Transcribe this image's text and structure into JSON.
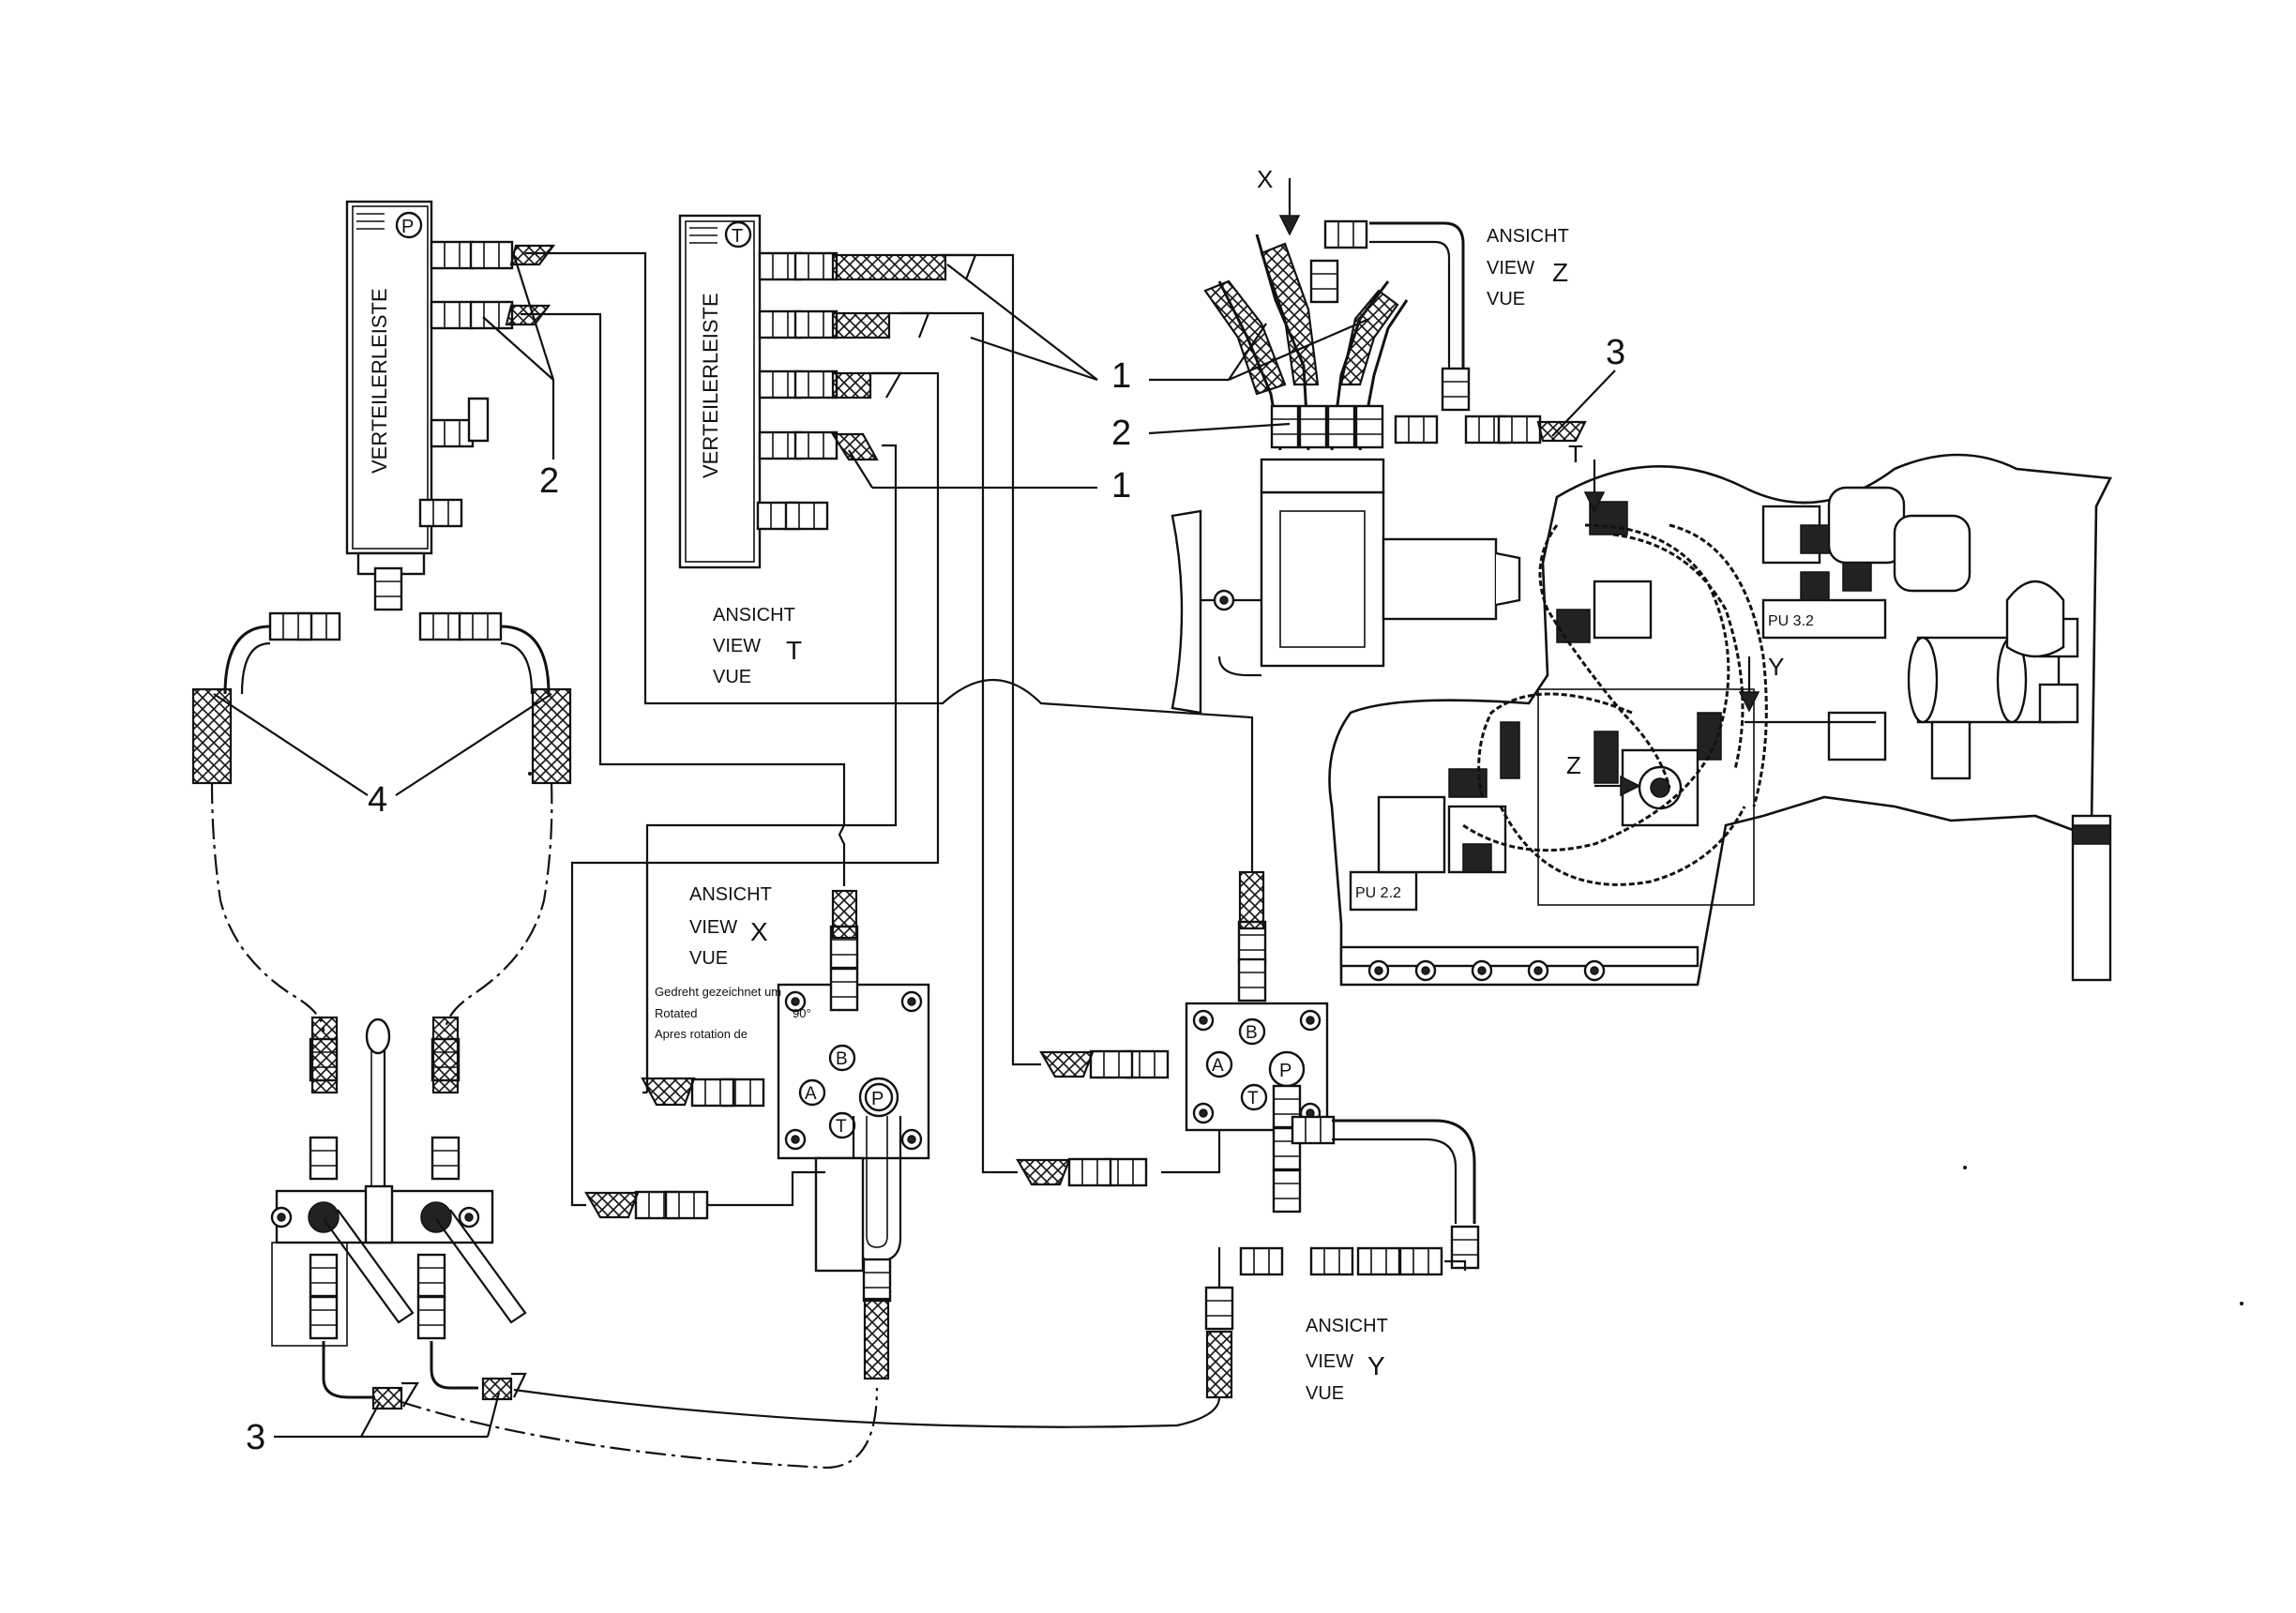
{
  "distributor_p": {
    "title": "VERTEILERLEISTE",
    "port": "P"
  },
  "distributor_t": {
    "title": "VERTEILERLEISTE",
    "port": "T"
  },
  "view_t": {
    "line1": "ANSICHT",
    "line2": "VIEW",
    "letter": "T",
    "line3": "VUE"
  },
  "view_x": {
    "line1": "ANSICHT",
    "line2": "VIEW",
    "letter": "X",
    "line3": "VUE",
    "note1": "Gedreht gezeichnet um",
    "note2": "Rotated",
    "angle": "90°",
    "note3": "Apres rotation de"
  },
  "view_y": {
    "line1": "ANSICHT",
    "line2": "VIEW",
    "letter": "Y",
    "line3": "VUE"
  },
  "view_z": {
    "line1": "ANSICHT",
    "line2": "VIEW",
    "letter": "Z",
    "line3": "VUE"
  },
  "valve_x_ports": {
    "a": "A",
    "b": "B",
    "p": "P",
    "t": "T"
  },
  "valve_y_ports": {
    "a": "A",
    "b": "B",
    "p": "P",
    "t": "T"
  },
  "view_arrows": {
    "x": "X",
    "t": "T",
    "y": "Y",
    "z": "Z"
  },
  "machine_labels": {
    "pu32": "PU 3.2",
    "pu22": "PU 2.2"
  },
  "callouts": {
    "c1_top": "1",
    "c1_bottom": "1",
    "c2_left": "2",
    "c2_right": "2",
    "c3_right": "3",
    "c3_bottom": "3",
    "c4": "4"
  }
}
